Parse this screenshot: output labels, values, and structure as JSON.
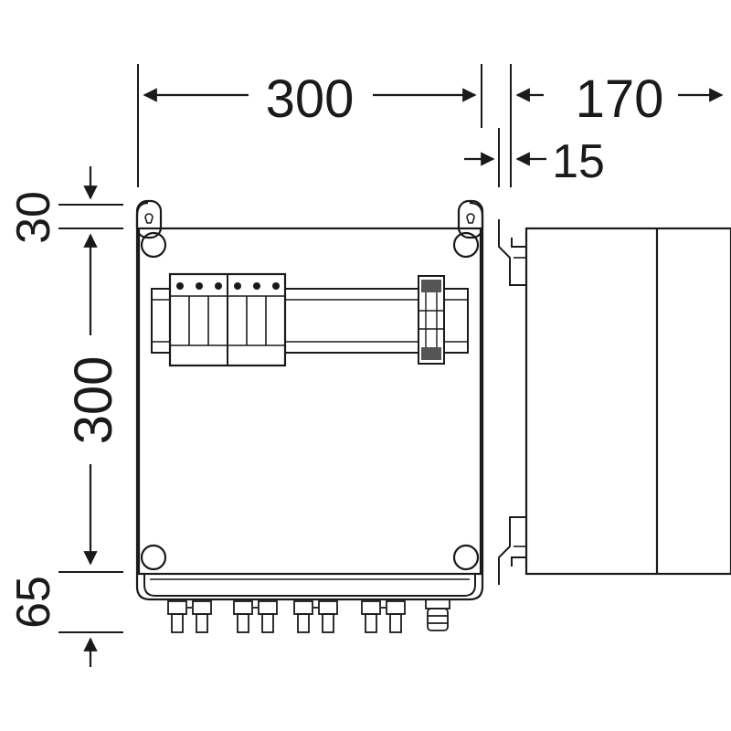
{
  "dimensions": {
    "top_width": "300",
    "side_depth": "170",
    "side_gap": "15",
    "top_margin": "30",
    "box_height": "300",
    "bottom_margin": "65"
  },
  "colors": {
    "line": "#1a1a1a",
    "fill": "#ffffff",
    "terminal_fill": "#555555"
  },
  "components": {
    "surge_arrester_poles": 6,
    "cable_glands": 8,
    "mounting_screws": 4
  }
}
